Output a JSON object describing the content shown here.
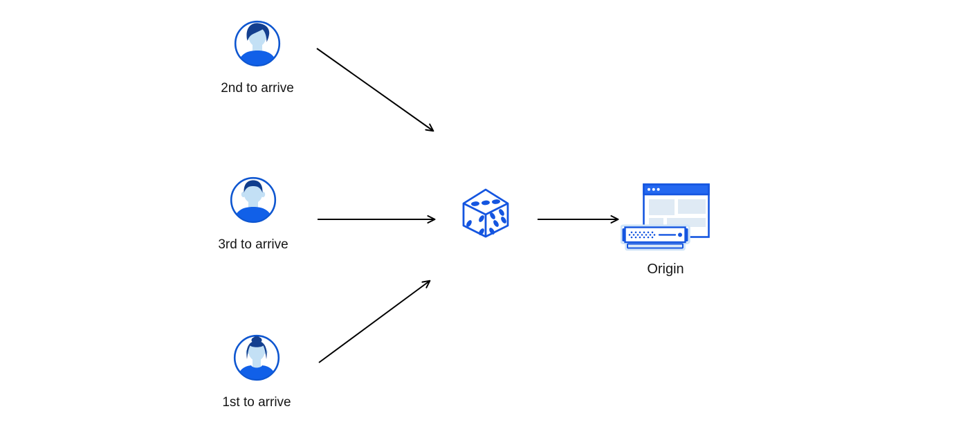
{
  "diagram": {
    "title": "requests-randomized-to-origin",
    "nodes": {
      "user_second": {
        "label": "2nd to arrive",
        "icon": "user-avatar-swept-hair"
      },
      "user_third": {
        "label": "3rd to arrive",
        "icon": "user-avatar-short-hair"
      },
      "user_first": {
        "label": "1st to arrive",
        "icon": "user-avatar-hair-bun"
      },
      "dice": {
        "icon": "dice-randomizer"
      },
      "origin": {
        "label": "Origin",
        "icon": "origin-server-and-browser"
      }
    },
    "connections": [
      {
        "from": "user_second",
        "to": "dice"
      },
      {
        "from": "user_third",
        "to": "dice"
      },
      {
        "from": "user_first",
        "to": "dice"
      },
      {
        "from": "dice",
        "to": "origin"
      }
    ],
    "colors": {
      "background": "#ffffff",
      "stroke_blue": "#1455e0",
      "ring_blue": "#0e56d0",
      "titlebar_blue": "#2468f0",
      "shirt_blue": "#1160e8",
      "hair_navy": "#143f8f",
      "skin_light_blue": "#c3e0f5",
      "block_fill": "#dfeaf4",
      "pale_outline": "#cfe4f7",
      "arrow_black": "#000000",
      "label_text": "#151515"
    }
  }
}
